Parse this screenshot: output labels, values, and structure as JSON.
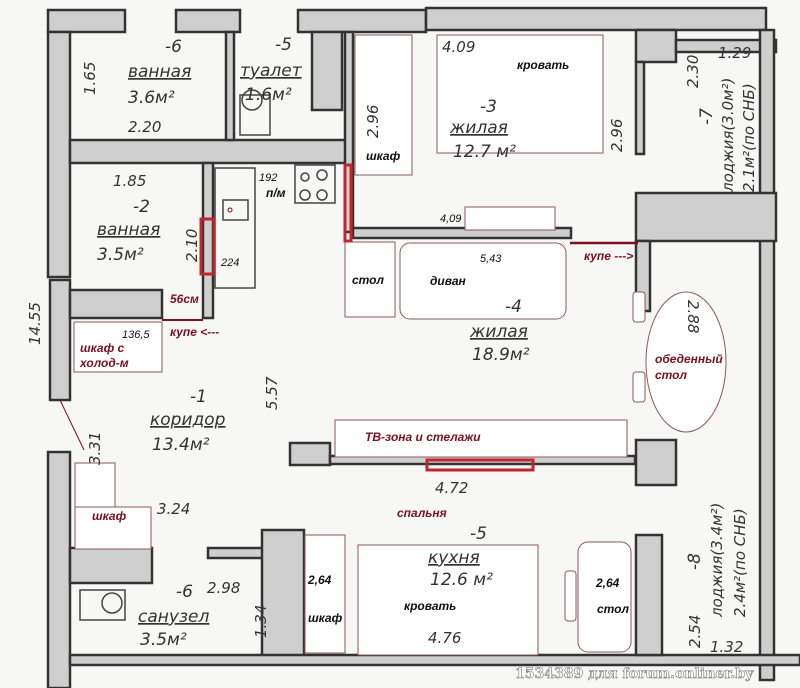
{
  "rooms": {
    "bath6": {
      "num": "-6",
      "name": "ванная",
      "area": "3.6м²"
    },
    "toilet": {
      "num": "-5",
      "name": "туалет",
      "area": "1.6м²"
    },
    "living3": {
      "num": "-3",
      "name": "жилая",
      "area": "12.7 м²"
    },
    "bath2": {
      "num": "-2",
      "name": "ванная",
      "area": "3.5м²"
    },
    "living4": {
      "num": "-4",
      "name": "жилая",
      "area": "18.9м²"
    },
    "corridor": {
      "num": "-1",
      "name": "коридор",
      "area": "13.4м²"
    },
    "kitchen": {
      "num": "-5",
      "name": "кухня",
      "area": "12.6 м²"
    },
    "wc6": {
      "num": "-6",
      "name": "санузел",
      "area": "3.5м²"
    },
    "loggia7": {
      "num": "-7",
      "name": "лоджия(3.0м²)",
      "area": "2.1м²(по СНБ)"
    },
    "loggia8": {
      "num": "-8",
      "name": "лоджия(3.4м²)",
      "area": "2.4м²(по СНБ)"
    }
  },
  "dimensions": {
    "d165": "1.65",
    "d220": "2.20",
    "d185": "1.85",
    "d210": "2.10",
    "d1455": "14.55",
    "d296a": "2.96",
    "d409": "4.09",
    "d296b": "2.96",
    "d230": "2.30",
    "d129": "1.29",
    "d557": "5.57",
    "d331": "3.31",
    "d324": "3.24",
    "d298": "2.98",
    "d134": "1.34",
    "d472": "4.72",
    "d288": "2.88",
    "d476": "4.76",
    "d254": "2.54",
    "d132": "1.32"
  },
  "annotations": {
    "n192": "192",
    "pm": "п/м",
    "n224": "224",
    "cm56": "56см",
    "n1365": "136,5",
    "fridge_closet": [
      "шкаф с",
      "холод-м"
    ],
    "coupe_left": "купе <---",
    "coupe_right": "купе --->",
    "closet_top": "шкаф",
    "bed_top": "кровать",
    "n409": "4,09",
    "n543": "5,43",
    "table_left": "стол",
    "sofa": "диван",
    "dining_table": [
      "обеденный",
      "стол"
    ],
    "tv_zone": "ТВ-зона и стелажи",
    "closet_corr": "шкаф",
    "bedroom": "спальня",
    "n264a": "2,64",
    "closet_bottom": "шкаф",
    "bed_bottom": "кровать",
    "n264b": "2,64",
    "table_bottom": "стол"
  },
  "watermark": "1534389 для forum.onliner.by"
}
